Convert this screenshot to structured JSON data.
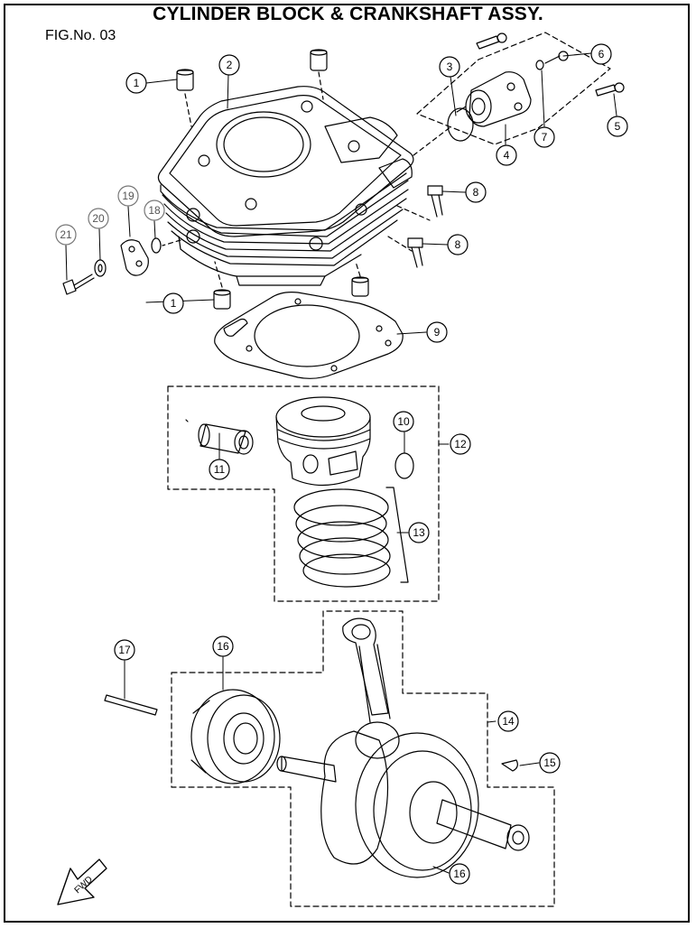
{
  "header": {
    "title": "CYLINDER BLOCK & CRANKSHAFT ASSY.",
    "figure_number": "FIG.No. 03"
  },
  "fwd_label": "FWD",
  "callouts": {
    "c1a": "1",
    "c1b": "1",
    "c2": "2",
    "c3": "3",
    "c4": "4",
    "c5": "5",
    "c6": "6",
    "c7": "7",
    "c8a": "8",
    "c8b": "8",
    "c9": "9",
    "c10": "10",
    "c11": "11",
    "c12": "12",
    "c13": "13",
    "c14": "14",
    "c15": "15",
    "c16a": "16",
    "c16b": "16",
    "c17": "17",
    "c18": "18",
    "c19": "19",
    "c20": "20",
    "c21": "21"
  }
}
